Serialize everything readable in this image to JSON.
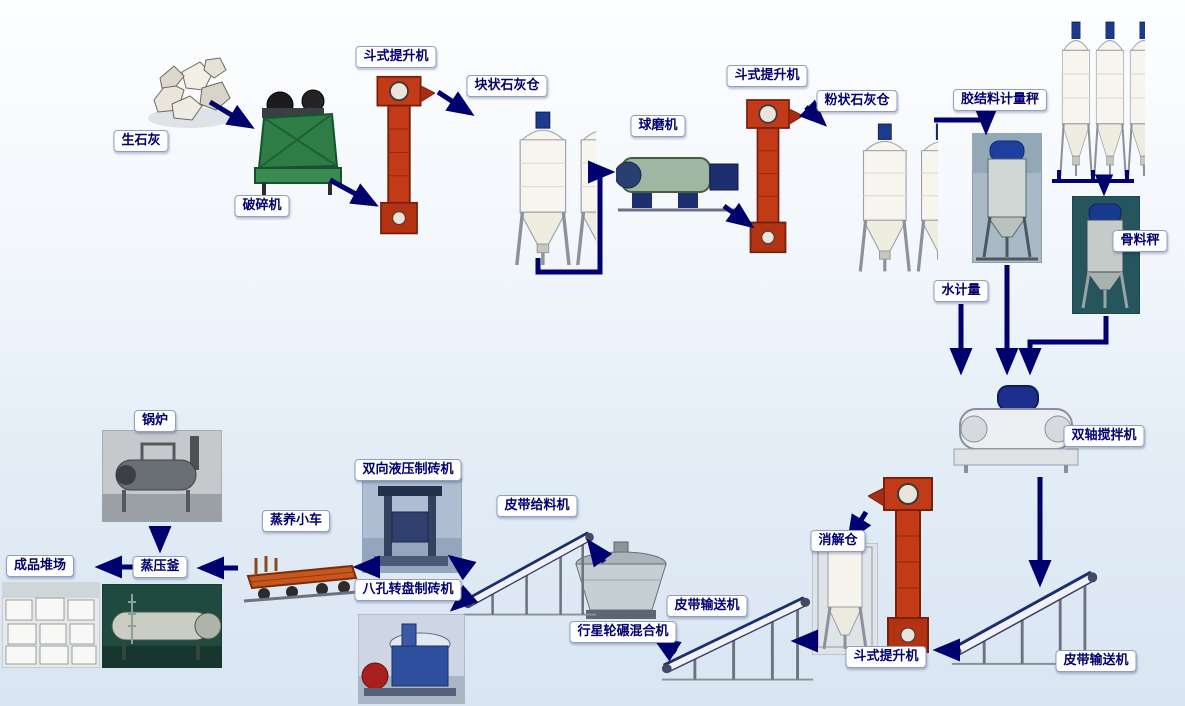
{
  "diagram": {
    "labels": {
      "quicklime": "生石灰",
      "crusher": "破碎机",
      "bucket_elevator_1": "斗式提升机",
      "lump_lime_silo": "块状石灰仓",
      "ball_mill": "球磨机",
      "bucket_elevator_2": "斗式提升机",
      "powder_lime_silo": "粉状石灰仓",
      "binder_scale": "胶结料计量秤",
      "aggregate_scale": "骨料秤",
      "water_metering": "水计量",
      "twin_shaft_mixer": "双轴搅拌机",
      "belt_conveyor_1": "皮带输送机",
      "bucket_elevator_3": "斗式提升机",
      "digestion_silo": "消解仓",
      "belt_conveyor_2": "皮带输送机",
      "planetary_mixer": "行星轮碾混合机",
      "belt_feeder": "皮带给料机",
      "hydraulic_brick_machine": "双向液压制砖机",
      "rotary_brick_machine": "八孔转盘制砖机",
      "curing_trolley": "蒸养小车",
      "autoclave": "蒸压釜",
      "boiler": "锅炉",
      "product_yard": "成品堆场"
    },
    "colors": {
      "arrow": "#00006e",
      "label_text": "#00006e",
      "label_background": "#ffffff",
      "elevator_red": "#c23a16",
      "silo_body": "#f7f5ee",
      "silo_cap_blue": "#1d3a8f"
    }
  }
}
